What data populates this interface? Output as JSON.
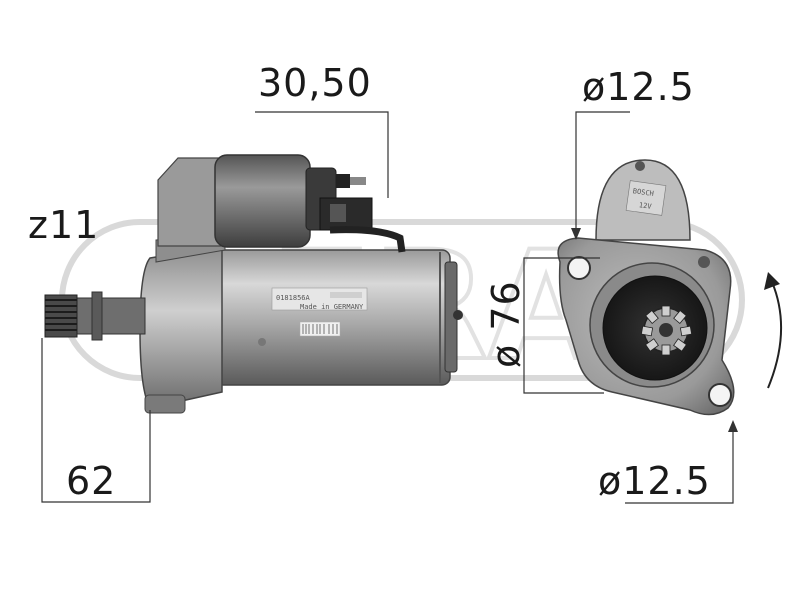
{
  "dimensions": {
    "top_length": "30,50",
    "teeth": "z11",
    "flange_length": "62",
    "bolt_hole_top": "ø12.5",
    "bolt_hole_bottom": "ø12.5",
    "pilot_diameter": "ø 76"
  },
  "part_labels": {
    "housing_sticker": "0181856A",
    "housing_sticker_small": "Made in GERMANY",
    "solenoid_label_1": "BOSCH",
    "solenoid_label_2": "12V"
  },
  "watermark": {
    "text": "ERA",
    "color": "#e0e0e0"
  },
  "colors": {
    "ink": "#1a1a1a",
    "metal_dark": "#4a4a4a",
    "metal_mid": "#8a8a8a",
    "metal_light": "#c8c8c8"
  }
}
